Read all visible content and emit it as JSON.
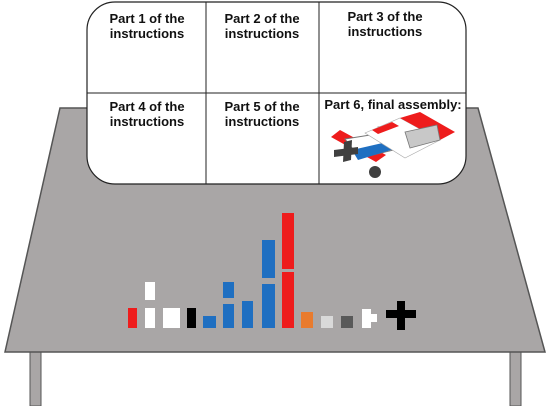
{
  "instruction_sheet": {
    "cells": [
      {
        "text": "Part 1 of the\ninstructions"
      },
      {
        "text": "Part 2 of the\ninstructions"
      },
      {
        "text": "Part 3 of the\ninstructions"
      },
      {
        "text": "Part 4 of the\ninstructions"
      },
      {
        "text": "Part 5 of the\ninstructions"
      },
      {
        "text": "Part 6, final assembly:"
      }
    ],
    "final_assembly_image": "toy-airplane-icon"
  },
  "table": {
    "surface_color": "#a9a6a6",
    "edge_color": "#555555"
  },
  "bricks": {
    "colors": [
      "red",
      "white",
      "white",
      "black",
      "blue",
      "blue",
      "blue",
      "blue",
      "red",
      "orange",
      "light-gray",
      "dark-gray",
      "white",
      "black"
    ]
  },
  "colors": {
    "red": "#ee1c1c",
    "blue": "#1f6fc1",
    "white": "#ffffff",
    "black": "#000000",
    "orange": "#e87b2e",
    "light_gray": "#d9d9d9",
    "dark_gray": "#595959"
  }
}
